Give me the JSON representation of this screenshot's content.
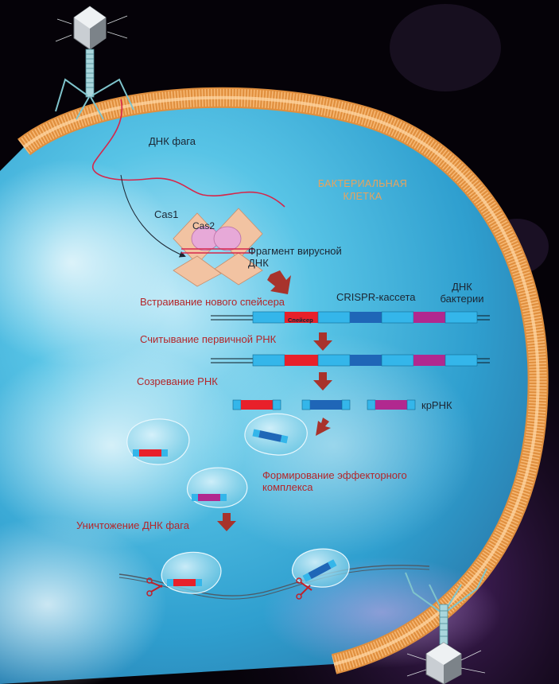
{
  "labels": {
    "phage_dna": "ДНК фага",
    "cell_line1": "БАКТЕРИАЛЬНАЯ",
    "cell_line2": "КЛЕТКА",
    "cas1": "Cas1",
    "cas2": "Cas2",
    "fragment_line1": "Фрагмент вирусной",
    "fragment_line2": "ДНК",
    "crispr_cassette": "CRISPR-кассета",
    "bacterial_dna_line1": "ДНК",
    "bacterial_dna_line2": "бактерии",
    "spacer": "Спейсер",
    "crRNA": "крРНК"
  },
  "steps": {
    "insertion": "Встраивание нового спейсера",
    "transcription": "Считывание первичной РНК",
    "maturation": "Созревание РНК",
    "effector_line1": "Формирование эффекторного",
    "effector_line2": "комплекса",
    "destruction": "Уничтожение ДНК фага"
  },
  "colors": {
    "membrane": "#f0a85a",
    "cytoplasm": "#58c4e6",
    "arrow": "#a8332c",
    "repeat": "#34b6ea",
    "spacer_red": "#e8202a",
    "spacer_blue": "#1f66b7",
    "spacer_purple": "#b1288f",
    "phage_dna": "#d6264a"
  }
}
